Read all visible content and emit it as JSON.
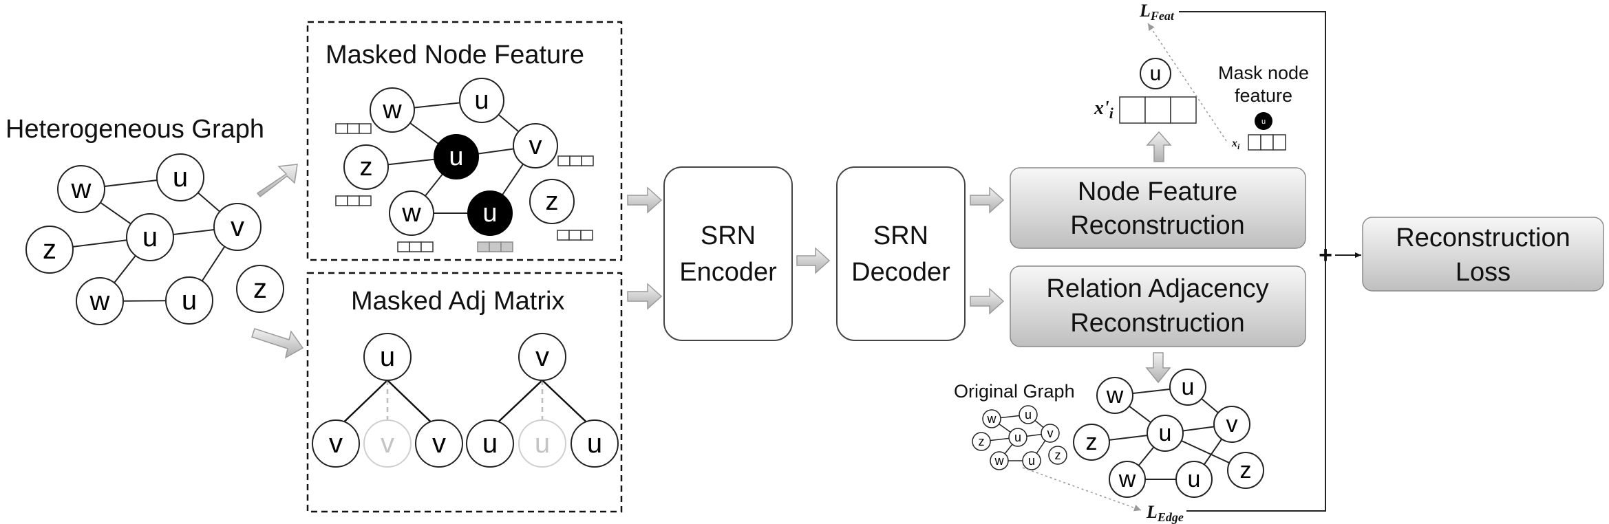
{
  "heterogeneous_graph": {
    "title": "Heterogeneous Graph",
    "nodes": [
      "w",
      "u",
      "z",
      "u",
      "v",
      "w",
      "u",
      "z"
    ]
  },
  "masked_node_feature": {
    "title": "Masked Node Feature",
    "nodes": [
      "w",
      "u",
      "z",
      "u",
      "v",
      "w",
      "u",
      "z"
    ]
  },
  "masked_adj_matrix": {
    "title": "Masked Adj Matrix",
    "left_tree": {
      "root": "u",
      "children": [
        "v",
        "v",
        "v"
      ]
    },
    "right_tree": {
      "root": "v",
      "children": [
        "u",
        "u",
        "u"
      ]
    }
  },
  "encoder": {
    "line1": "SRN",
    "line2": "Encoder"
  },
  "decoder": {
    "line1": "SRN",
    "line2": "Decoder"
  },
  "node_feature_reconstruction": {
    "line1": "Node Feature",
    "line2": "Reconstruction"
  },
  "relation_adjacency_reconstruction": {
    "line1": "Relation Adjacency",
    "line2": "Reconstruction"
  },
  "reconstruction_loss": {
    "line1": "Reconstruction",
    "line2": "Loss"
  },
  "feature_output": {
    "node": "u",
    "vector_label": "x'",
    "vector_sub": "i"
  },
  "mask_node_feature": {
    "line1": "Mask node",
    "line2": "feature",
    "node": "u",
    "vector_label": "x",
    "vector_sub": "i"
  },
  "original_graph": {
    "title": "Original Graph",
    "nodes": [
      "w",
      "u",
      "z",
      "u",
      "v",
      "w",
      "u",
      "z"
    ]
  },
  "reconstructed_graph": {
    "nodes": [
      "w",
      "u",
      "z",
      "u",
      "v",
      "w",
      "u",
      "z"
    ]
  },
  "loss_feat": {
    "main": "L",
    "sub": "Feat"
  },
  "loss_edge": {
    "main": "L",
    "sub": "Edge"
  },
  "plus_sign": "+"
}
